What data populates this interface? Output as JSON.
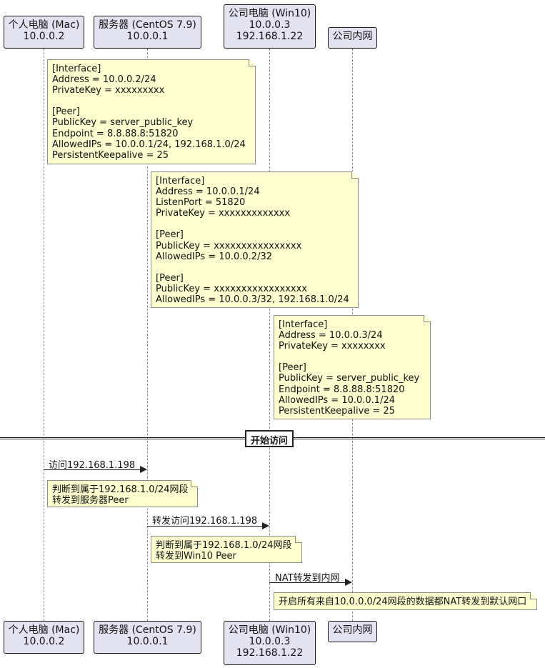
{
  "participants": [
    {
      "id": "mac",
      "line1": "个人电脑 (Mac)",
      "line2": "10.0.0.2",
      "line3": ""
    },
    {
      "id": "server",
      "line1": "服务器 (CentOS 7.9)",
      "line2": "10.0.0.1",
      "line3": ""
    },
    {
      "id": "win10",
      "line1": "公司电脑 (Win10)",
      "line2": "10.0.0.3",
      "line3": "192.168.1.22"
    },
    {
      "id": "lan",
      "line1": "公司内网",
      "line2": "",
      "line3": ""
    }
  ],
  "notes": {
    "mac_config": "[Interface]\nAddress = 10.0.0.2/24\nPrivateKey = xxxxxxxxx\n\n[Peer]\nPublicKey = server_public_key\nEndpoint = 8.8.88.8:51820\nAllowedIPs = 10.0.0.1/24, 192.168.1.0/24\nPersistentKeepalive = 25",
    "server_config": "[Interface]\nAddress = 10.0.0.1/24\nListenPort = 51820\nPrivateKey = xxxxxxxxxxxxx\n\n[Peer]\nPublicKey = xxxxxxxxxxxxxxxx\nAllowedIPs = 10.0.0.2/32\n\n[Peer]\nPublicKey = xxxxxxxxxxxxxxxxx\nAllowedIPs = 10.0.0.3/32, 192.168.1.0/24",
    "win10_config": "[Interface]\nAddress = 10.0.0.3/24\nPrivateKey = xxxxxxxx\n\n[Peer]\nPublicKey = server_public_key\nEndpoint = 8.8.88.8:51820\nAllowedIPs = 10.0.0.1/24\nPersistentKeepalive = 25",
    "mac_route": "判断到属于192.168.1.0/24网段\n转发到服务器Peer",
    "server_route": "判断到属于192.168.1.0/24网段\n转发到Win10 Peer",
    "win10_nat": "开启所有来自10.0.0.0/24网段的数据都NAT转发到默认网口"
  },
  "divider": {
    "label": "开始访问"
  },
  "messages": [
    {
      "id": "m1",
      "from": "mac",
      "to": "server",
      "label": "访问192.168.1.198"
    },
    {
      "id": "m2",
      "from": "server",
      "to": "win10",
      "label": "转发访问192.168.1.198"
    },
    {
      "id": "m3",
      "from": "win10",
      "to": "lan",
      "label": "NAT转发到内网"
    }
  ]
}
